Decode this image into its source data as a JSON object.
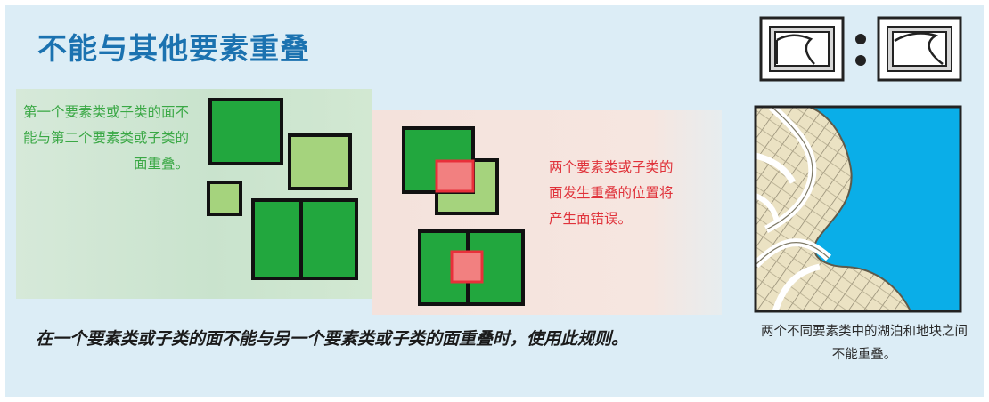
{
  "title": "不能与其他要素重叠",
  "left_description": "第一个要素类或子类的面不能与第二个要素类或子类的面重叠。",
  "right_description": "两个要素类或子类的面发生重叠的位置将产生面错误。",
  "caption": "在一个要素类或子类的面不能与另一个要素类或子类的面重叠时，使用此规则。",
  "map_caption": "两个不同要素类中的湖泊和地块之间不能重叠。",
  "colors": {
    "title_blue": "#1b72b0",
    "dark_green": "#22a73e",
    "light_green": "#a5d37d",
    "error_red": "#f28080",
    "error_border": "#e8303a",
    "lake_blue": "#0aaee8"
  }
}
